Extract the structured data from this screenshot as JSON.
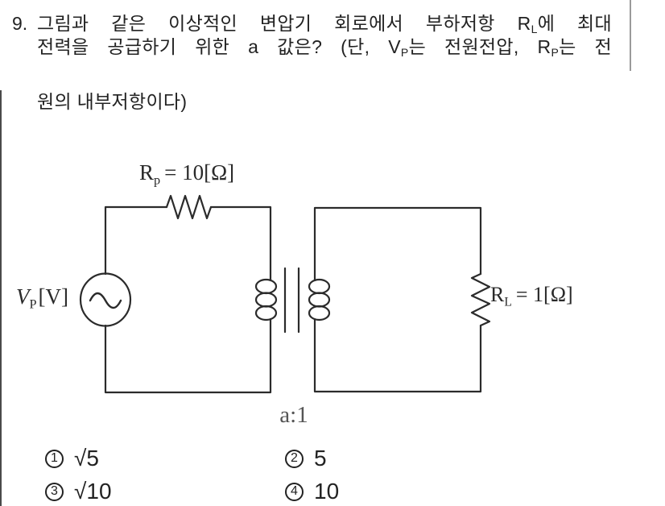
{
  "question": {
    "number": "9.",
    "line1": {
      "a": "그림과 같은 이상적인 변압기 회로에서 부하저항 R",
      "sub": "L",
      "b": "에 최대"
    },
    "line2": {
      "a": "전력을 공급하기 위한 a 값은? (단, V",
      "sub1": "P",
      "b": "는 전원전압, R",
      "sub2": "P",
      "c": "는 전"
    },
    "line3": "원의 내부저항이다)"
  },
  "circuit": {
    "line_color": "#2b2b2b",
    "source": {
      "base": "V",
      "sub": "P",
      "unit": "[V]"
    },
    "rp": {
      "base": "R",
      "sub": "p",
      "value": "= 10[Ω]"
    },
    "rl": {
      "base": "R",
      "sub": "L",
      "value": "= 1[Ω]"
    },
    "ratio": "a:1"
  },
  "choices": [
    {
      "num": "1",
      "value": "√5"
    },
    {
      "num": "2",
      "value": "5"
    },
    {
      "num": "3",
      "value": "√10"
    },
    {
      "num": "4",
      "value": "10"
    }
  ]
}
